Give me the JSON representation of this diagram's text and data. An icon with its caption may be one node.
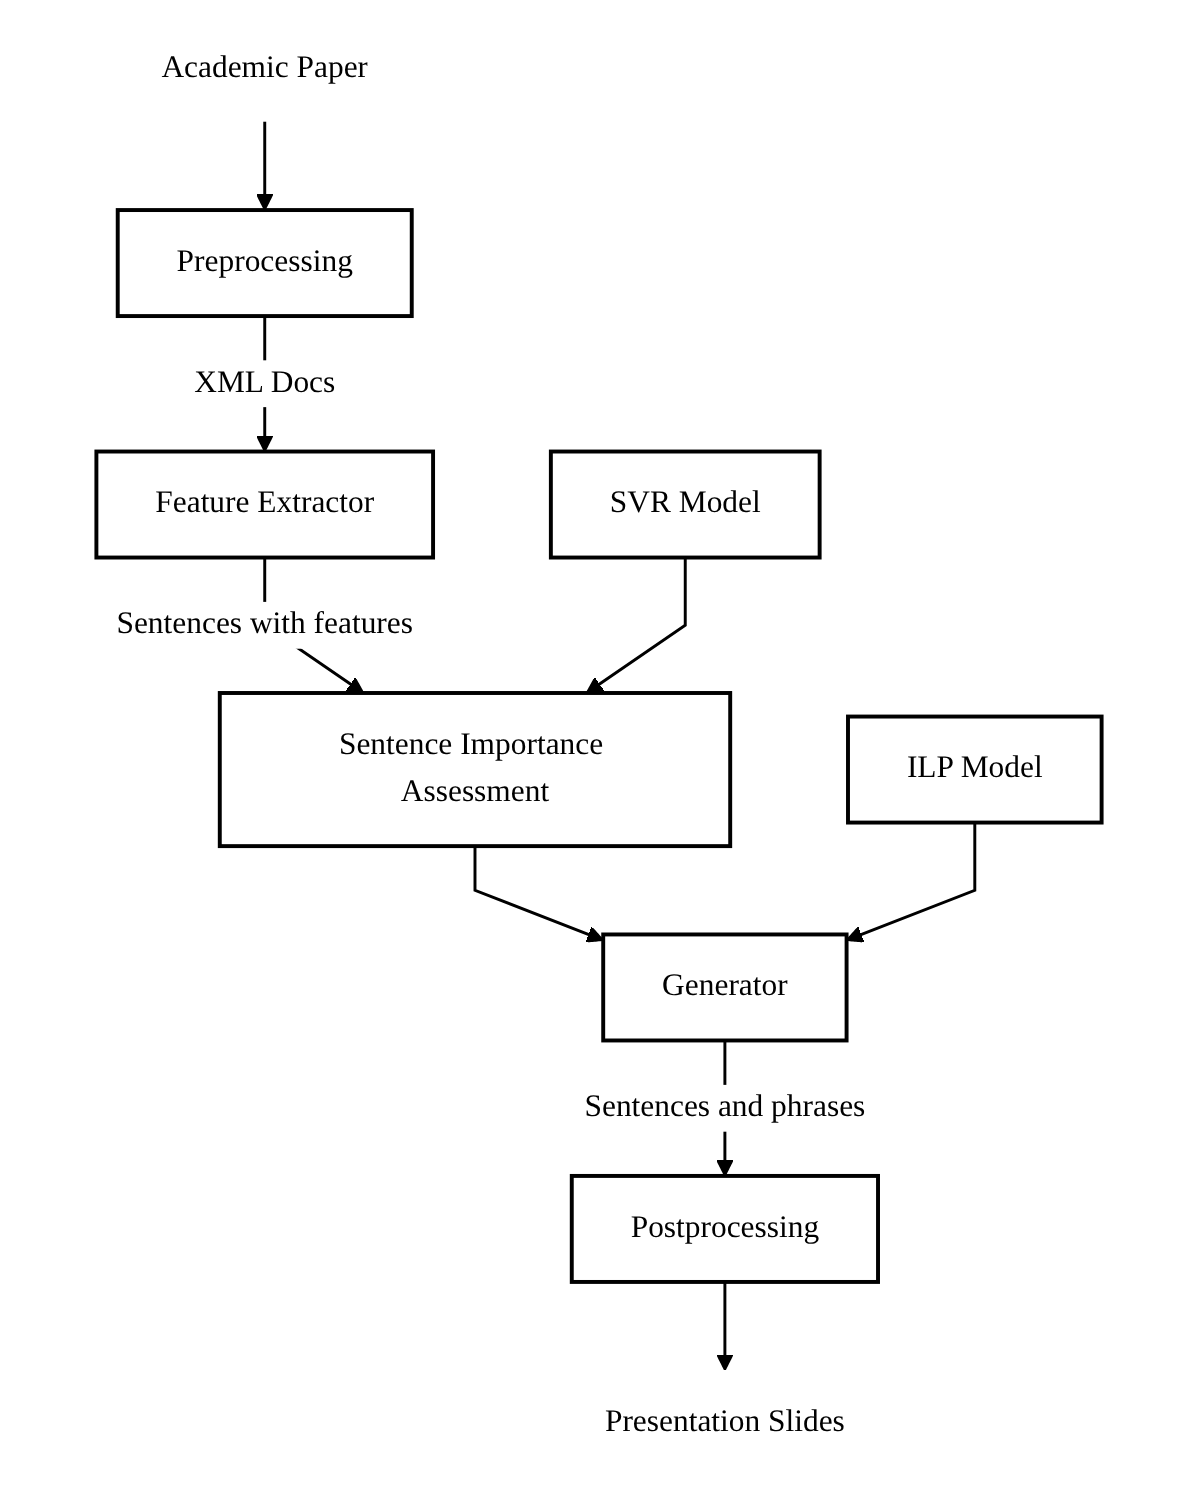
{
  "diagram": {
    "nodes": [
      {
        "text": [
          "Academic Paper"
        ]
      },
      {
        "text": [
          "Preprocessing"
        ]
      },
      {
        "text": [
          "Feature Extractor"
        ]
      },
      {
        "text": [
          "Sentence Importance Assessment"
        ]
      },
      {
        "text": [
          "SVR Model"
        ]
      },
      {
        "text": [
          "Generator"
        ]
      },
      {
        "text": [
          "ILP Model"
        ]
      },
      {
        "text": [
          "Postprocessing"
        ]
      },
      {
        "text": [
          "Presentation Slides"
        ]
      }
    ],
    "edges": [
      {
        "from": 0,
        "to": 1,
        "arrow": "to"
      },
      {
        "from": 1,
        "to": 2,
        "arrow": "to",
        "label": "XML Docs"
      },
      {
        "from": 2,
        "to": 3,
        "arrow": "to",
        "label": "Sentences with features"
      },
      {
        "from": 4,
        "to": 3,
        "arrow": "to"
      },
      {
        "from": 3,
        "to": 5,
        "arrow": "to"
      },
      {
        "from": 6,
        "to": 5,
        "arrow": "to"
      },
      {
        "from": 5,
        "to": 7,
        "arrow": "to",
        "label": "Sentences and phrases"
      },
      {
        "from": 7,
        "to": 8,
        "arrow": "to"
      }
    ]
  }
}
